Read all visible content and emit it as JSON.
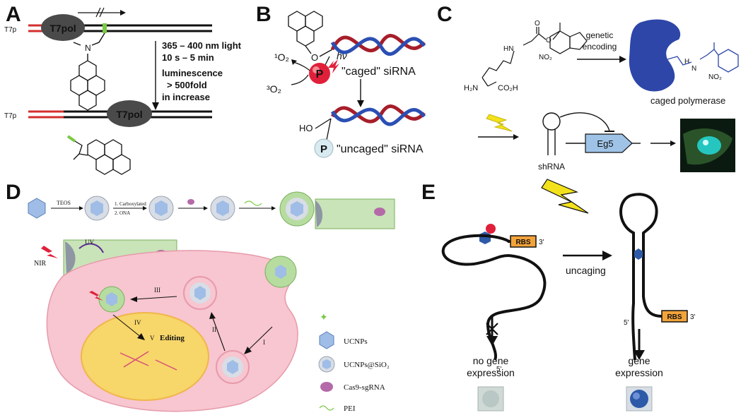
{
  "colors": {
    "dna": "#111111",
    "t7p_red": "#d32f2f",
    "t7pol_body": "#4a4a4a",
    "t7pol_text": "#f2e200",
    "probe_green": "#7ac943",
    "rna_red": "#a61e2a",
    "rna_blue": "#2b4fb3",
    "caged_p": "#e0203a",
    "uncaged_p": "#d8ebf0",
    "polymerase": "#2d46a8",
    "eg5_fill": "#9fc3e6",
    "bolt": "#f3e21b",
    "cell_pink": "#f7c6d0",
    "nucleus": "#f7d66a",
    "rbs": "#f2a33a",
    "np_hex": "#9fbde6",
    "shell_green": "#b7dca0"
  },
  "panels": {
    "A": {
      "letter": "A",
      "t7p": "T7p",
      "t7pol": "T7pol",
      "light": "365 – 400 nm light",
      "time": "10 s – 5 min",
      "lum1": "luminescence",
      "lum2": "> 500fold",
      "lum3": "in increase",
      "t7p_bottom": "T7p",
      "t7pol_bottom": "T7pol",
      "n_label": "N"
    },
    "B": {
      "letter": "B",
      "o_label": "O",
      "singlet_o2": "¹O₂",
      "triplet_o2": "³O₂",
      "p_label": "P",
      "hv": "hν",
      "caged": "\"caged\" siRNA",
      "ho": "HO",
      "uncaged": "\"uncaged\" siRNA",
      "p_bottom": "P"
    },
    "C": {
      "letter": "C",
      "genetic1": "genetic",
      "genetic2": "encoding",
      "hn": "HN",
      "o1": "O",
      "o2": "O",
      "no2": "NO₂",
      "h2n": "H₂N",
      "co2h": "CO₂H",
      "h_n": "H",
      "n_right": "N",
      "no2_right": "NO₂",
      "caged_pol": "caged polymerase",
      "shrna": "shRNA",
      "eg5": "Eg5"
    },
    "D": {
      "letter": "D",
      "teos": "TEOS",
      "step1": "1. Carboxylated",
      "step2": "2. ONA",
      "uv": "UV",
      "nir": "NIR",
      "editing": "Editing",
      "roman_I": "I",
      "roman_II": "II",
      "roman_III": "III",
      "roman_IV": "IV",
      "roman_V": "V",
      "legend_ucnps": "UCNPs",
      "legend_sio2": "UCNPs@SiO₂",
      "legend_cas9": "Cas9-sgRNA",
      "legend_pei": "PEI"
    },
    "E": {
      "letter": "E",
      "rbs_left": "RBS",
      "three_left": "3'",
      "five_left": "5'",
      "uncaging": "uncaging",
      "rbs_right": "RBS",
      "three_right": "3'",
      "five_right": "5'",
      "no_gene1": "no gene",
      "no_gene2": "expression",
      "gene1": "gene",
      "gene2": "expression"
    }
  }
}
